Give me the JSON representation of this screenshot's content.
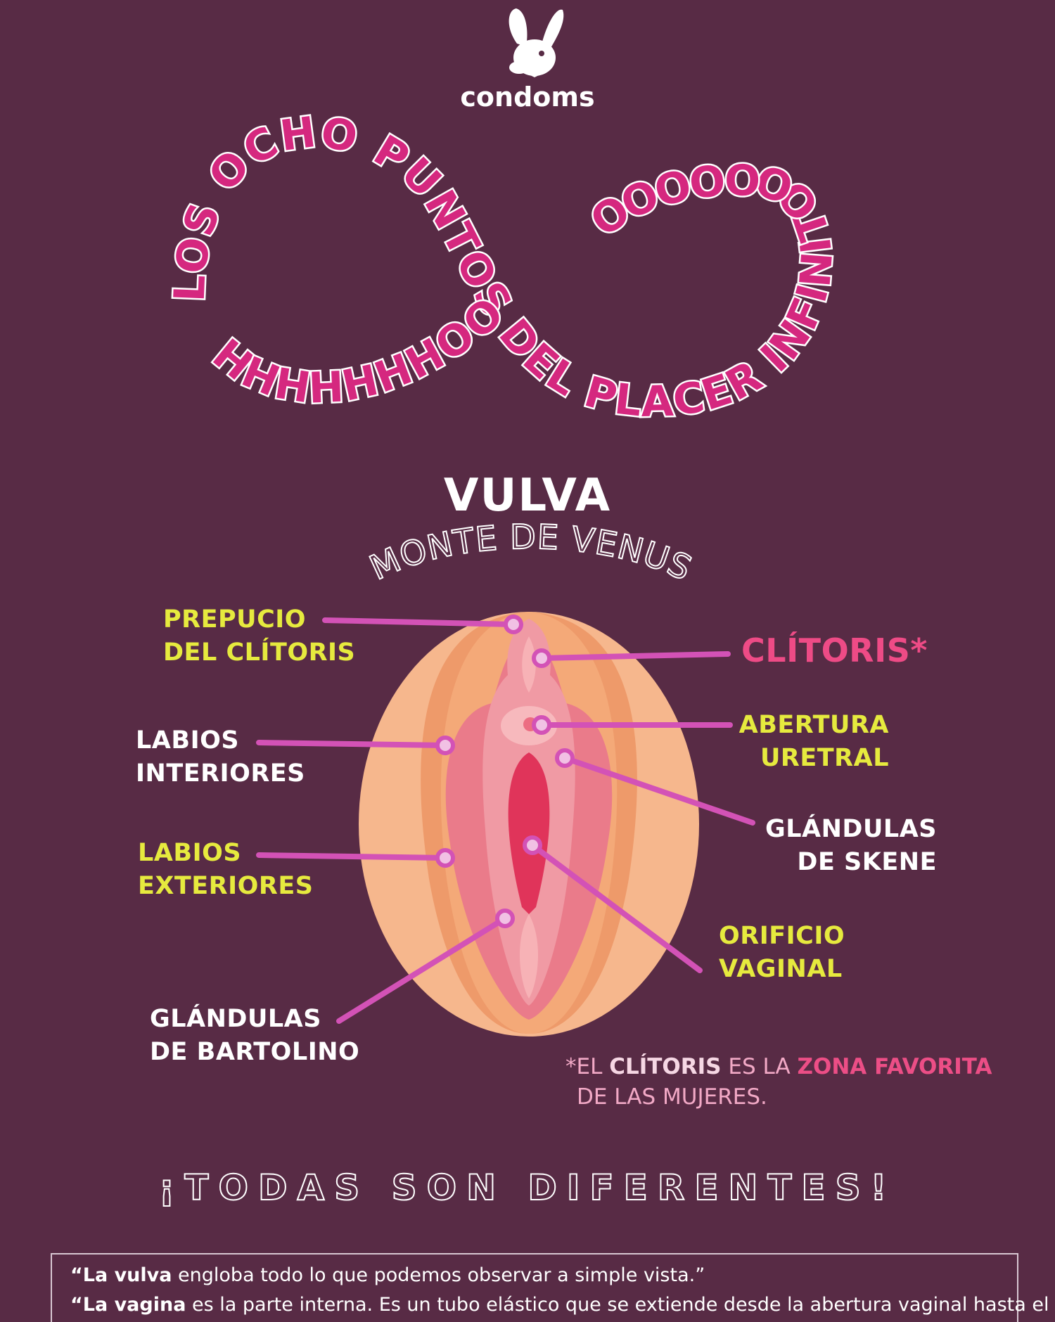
{
  "brand": {
    "logo_icon": "bunny-icon",
    "name": "condoms"
  },
  "title": {
    "loop_text_1": "LOS OCHO PUNTOS DEL PLACER INFINITOOOOOOO",
    "loop_text_2": "HHHHHHHOO",
    "colors": {
      "fill": "#d5287f",
      "outline": "#ffffff"
    }
  },
  "section_title": "VULVA",
  "mons_label": "MONTE DE VENUS",
  "labels": {
    "prepucio_1": "PREPUCIO",
    "prepucio_2": "DEL CLÍTORIS",
    "clitoris": "CLÍTORIS*",
    "abertura_1": "ABERTURA",
    "abertura_2": "URETRAL",
    "labios_int_1": "LABIOS",
    "labios_int_2": "INTERIORES",
    "skene_1": "GLÁNDULAS",
    "skene_2": "DE SKENE",
    "labios_ext_1": "LABIOS",
    "labios_ext_2": "EXTERIORES",
    "orificio_1": "ORIFICIO",
    "orificio_2": "VAGINAL",
    "bartolino_1": "GLÁNDULAS",
    "bartolino_2": "DE BARTOLINO"
  },
  "note": {
    "prefix": "*EL ",
    "highlight_1": "CLÍTORIS",
    "middle": " ES LA ",
    "highlight_2": "ZONA FAVORITA",
    "line2": "DE LAS MUJERES."
  },
  "slogan": "¡TODAS SON DIFERENTES!",
  "definitions": [
    {
      "term": "“La vulva",
      "text": " engloba todo lo que podemos observar a simple vista.”"
    },
    {
      "term": "“La vagina",
      "text": " es la parte interna. Es un tubo elástico que se extiende desde la abertura vaginal hasta el útero.”"
    }
  ],
  "colors": {
    "background": "#582b45",
    "label_yellow": "#e6ea3e",
    "label_pink": "#ee4b86",
    "pointer_line": "#d352b6"
  }
}
